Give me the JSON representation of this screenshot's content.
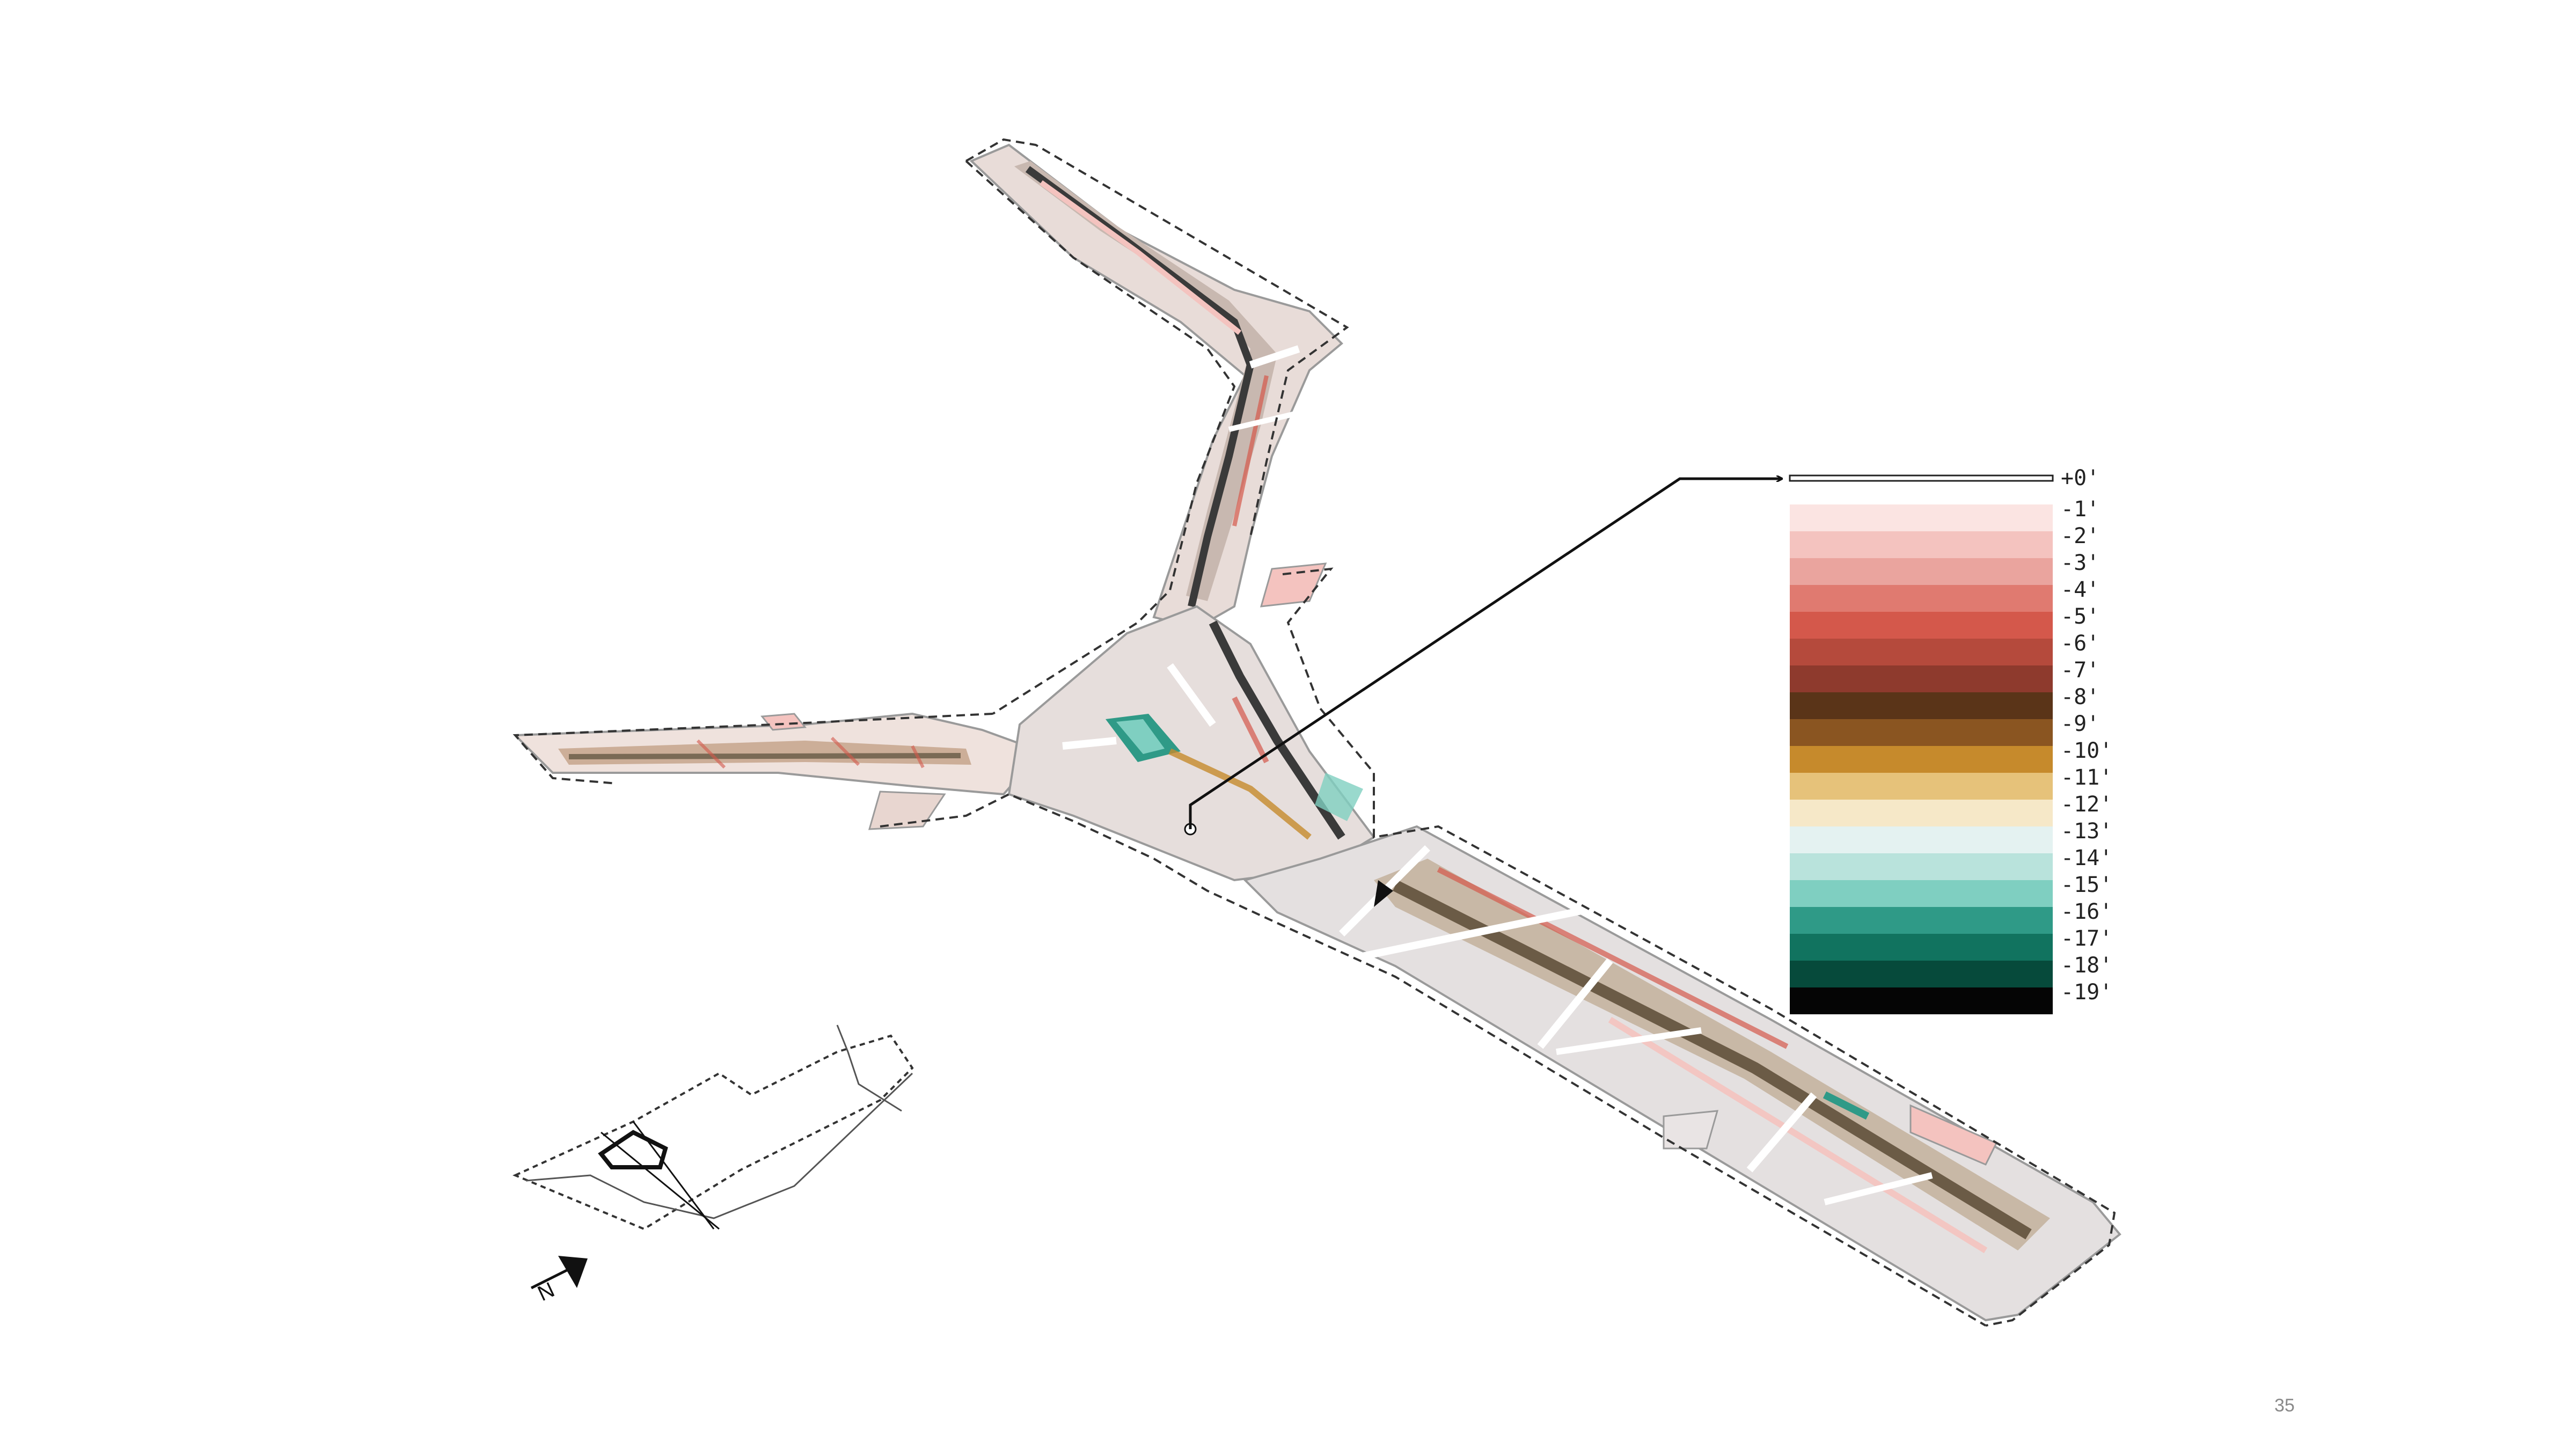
{
  "page": {
    "number": "35"
  },
  "legend": {
    "title": "",
    "items": [
      {
        "label": "+0'",
        "color": "#ffffff"
      },
      {
        "label": "-1'",
        "color": "#fbe4e2"
      },
      {
        "label": "-2'",
        "color": "#f4c3bf"
      },
      {
        "label": "-3'",
        "color": "#eaa49e"
      },
      {
        "label": "-4'",
        "color": "#e07a70"
      },
      {
        "label": "-5'",
        "color": "#d4584b"
      },
      {
        "label": "-6'",
        "color": "#b54a3c"
      },
      {
        "label": "-7'",
        "color": "#8e3a2d"
      },
      {
        "label": "-8'",
        "color": "#5a3418"
      },
      {
        "label": "-9'",
        "color": "#8a5521"
      },
      {
        "label": "-10'",
        "color": "#c68a2c"
      },
      {
        "label": "-11'",
        "color": "#e6c27a"
      },
      {
        "label": "-12'",
        "color": "#f6e8c8"
      },
      {
        "label": "-13'",
        "color": "#e4f2f1"
      },
      {
        "label": "-14'",
        "color": "#b9e3dc"
      },
      {
        "label": "-15'",
        "color": "#7fcfc1"
      },
      {
        "label": "-16'",
        "color": "#2f9a87"
      },
      {
        "label": "-17'",
        "color": "#11735f"
      },
      {
        "label": "-18'",
        "color": "#064a3b"
      },
      {
        "label": "-19'",
        "color": "#050505"
      }
    ]
  },
  "north_arrow": {
    "label": "N"
  },
  "colors": {
    "dash": "#333333",
    "pavement": "#dcdcdc",
    "edge": "#9a9a9a",
    "trench": "#7a6a55",
    "key_fill": "#fbe8e2"
  }
}
